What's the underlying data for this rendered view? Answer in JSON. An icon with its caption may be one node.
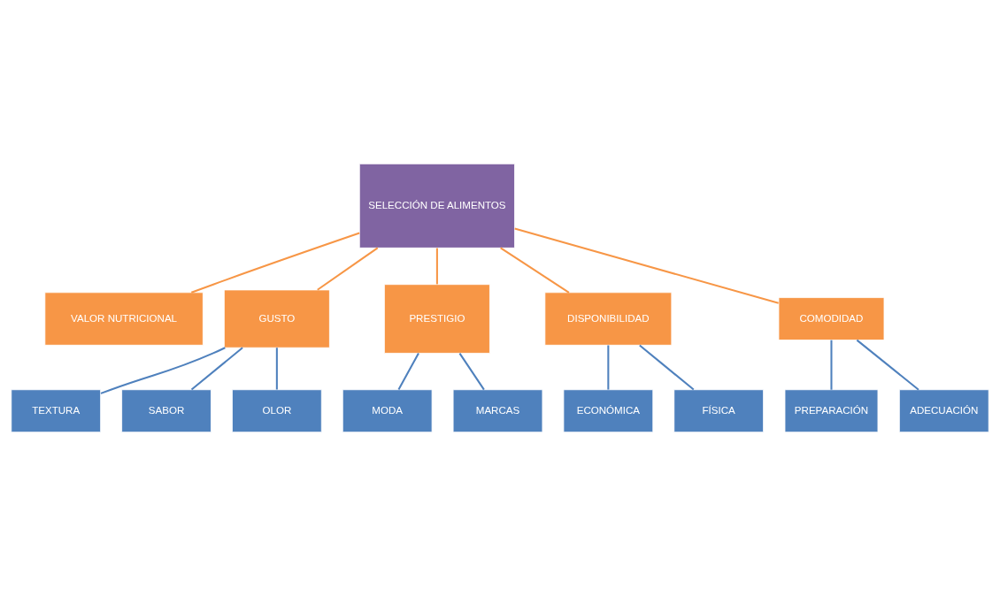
{
  "diagram": {
    "nodes": [
      {
        "text": [
          "SELECCIÓN DE ALIMENTOS"
        ]
      },
      {
        "text": [
          "VALOR NUTRICIONAL"
        ]
      },
      {
        "text": [
          "GUSTO"
        ]
      },
      {
        "text": [
          "TEXTURA"
        ]
      },
      {
        "text": [
          "SABOR"
        ]
      },
      {
        "text": [
          "OLOR"
        ]
      },
      {
        "text": [
          "PRESTIGIO"
        ]
      },
      {
        "text": [
          "MODA"
        ]
      },
      {
        "text": [
          "MARCAS"
        ]
      },
      {
        "text": [
          "DISPONIBILIDAD"
        ]
      },
      {
        "text": [
          "ECONÓMICA"
        ]
      },
      {
        "text": [
          "FÍSICA"
        ]
      },
      {
        "text": [
          "COMODIDAD"
        ]
      },
      {
        "text": [
          "PREPARACIÓN"
        ]
      },
      {
        "text": [
          "ADECUACIÓN"
        ]
      }
    ],
    "edges": [
      {
        "from": 0,
        "to": 1,
        "arrow": "none",
        "color": "#f79646"
      },
      {
        "from": 0,
        "to": 2,
        "arrow": "none",
        "color": "#f79646"
      },
      {
        "from": 0,
        "to": 6,
        "arrow": "none",
        "color": "#f79646"
      },
      {
        "from": 0,
        "to": 9,
        "arrow": "none",
        "color": "#f79646"
      },
      {
        "from": 0,
        "to": 12,
        "arrow": "none",
        "color": "#f79646"
      },
      {
        "from": 2,
        "to": 3,
        "arrow": "none"
      },
      {
        "from": 2,
        "to": 4,
        "arrow": "none"
      },
      {
        "from": 2,
        "to": 5,
        "arrow": "none"
      },
      {
        "from": 6,
        "to": 7,
        "arrow": "none"
      },
      {
        "from": 6,
        "to": 8,
        "arrow": "none"
      },
      {
        "from": 9,
        "to": 10,
        "arrow": "none"
      },
      {
        "from": 9,
        "to": 11,
        "arrow": "none"
      },
      {
        "from": 12,
        "to": 13,
        "arrow": "none"
      },
      {
        "from": 12,
        "to": 14,
        "arrow": "none"
      }
    ]
  }
}
